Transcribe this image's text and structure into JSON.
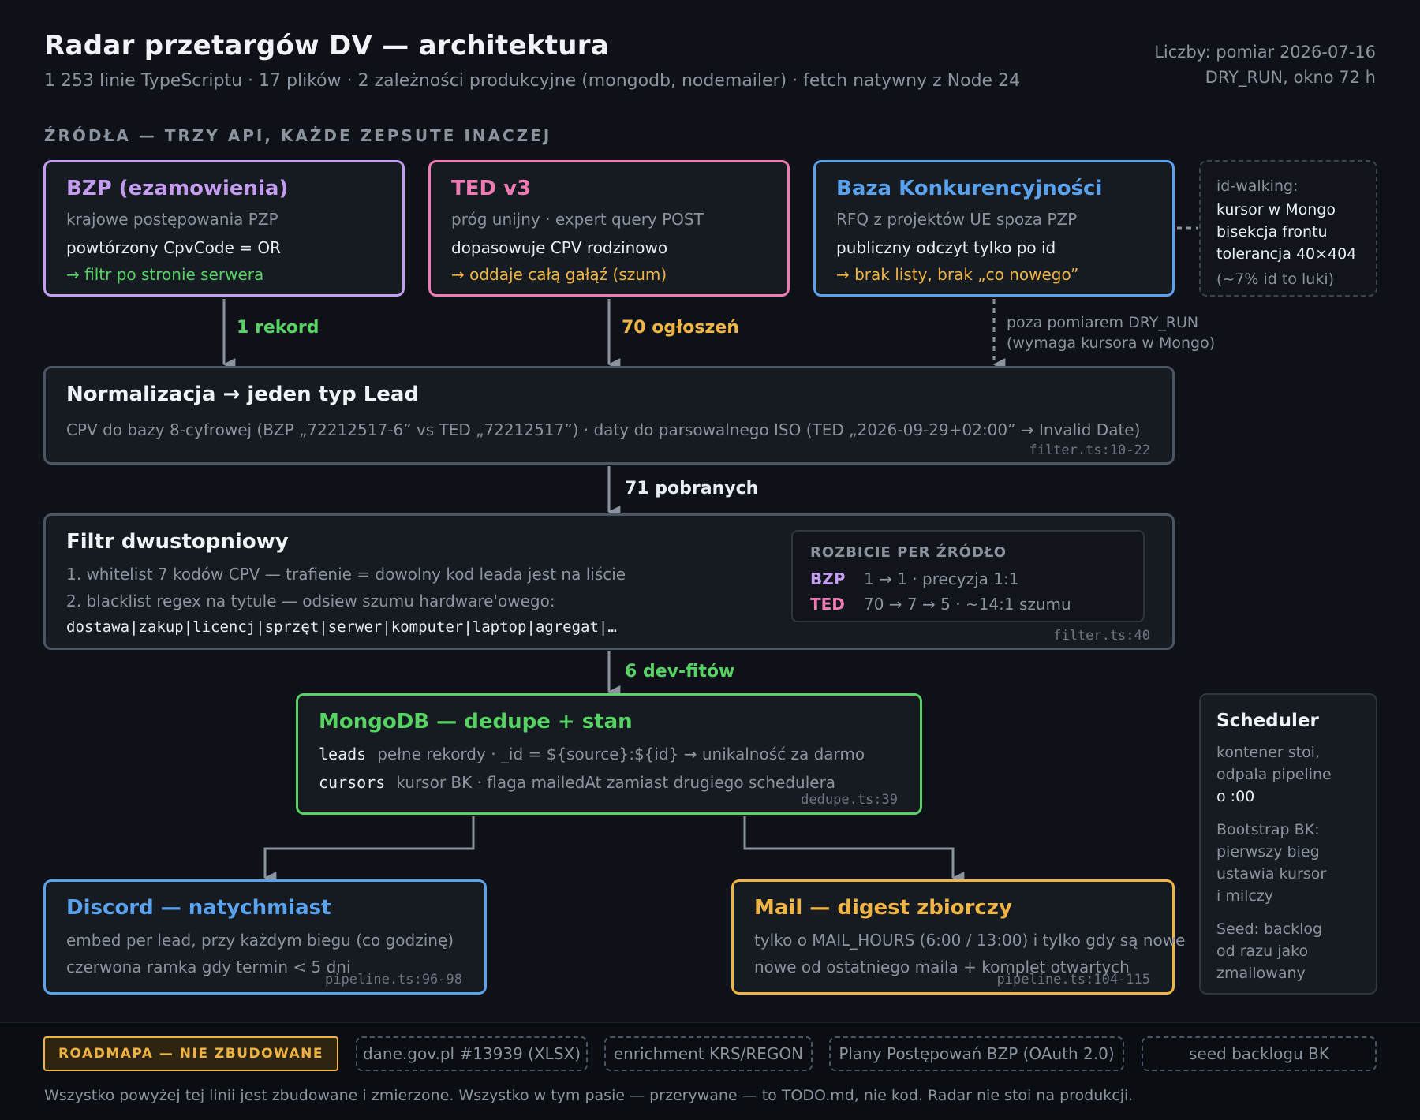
{
  "header": {
    "title": "Radar przetargów DV — architektura",
    "subtitle": "1 253 linie TypeScriptu · 17 plików · 2 zależności produkcyjne (mongodb, nodemailer) · fetch natywny z Node 24",
    "meta_line1": "Liczby: pomiar 2026-07-16",
    "meta_line2": "DRY_RUN, okno 72 h"
  },
  "sources_section": {
    "title": "ŹRÓDŁA — TRZY API, KAŻDE ZEPSUTE INACZEJ"
  },
  "sources": [
    {
      "title": "BZP (ezamowienia)",
      "line1": "krajowe postępowania PZP",
      "line2": "powtórzony CpvCode = OR",
      "line3": "→ filtr po stronie serwera"
    },
    {
      "title": "TED v3",
      "line1": "próg unijny · expert query POST",
      "line2": "dopasowuje CPV rodzinowo",
      "line3": "→ oddaje całą gałąź (szum)"
    },
    {
      "title": "Baza Konkurencyjności",
      "line1": "RFQ z projektów UE spoza PZP",
      "line2": "publiczny odczyt tylko po id",
      "line3": "→ brak listy, brak „co nowego”"
    }
  ],
  "id_walking": {
    "label": "id-walking:",
    "line1": "kursor w Mongo",
    "line2": "bisekcja frontu",
    "line3": "tolerancja 40×404",
    "line4": "(~7% id to luki)"
  },
  "flow_labels": {
    "bzp_count": "1 rekord",
    "ted_count": "70 ogłoszeń",
    "bk_note_1": "poza pomiarem DRY_RUN",
    "bk_note_2": "(wymaga kursora w Mongo)",
    "fetched": "71 pobranych",
    "devfits": "6 dev-fitów"
  },
  "normalization": {
    "title": "Normalizacja → jeden typ Lead",
    "desc": "CPV do bazy 8-cyfrowej (BZP „72212517-6” vs TED „72212517”) · daty do parsowalnego ISO (TED „2026-09-29+02:00” → Invalid Date)",
    "ref": "filter.ts:10-22"
  },
  "filter": {
    "title": "Filtr dwustopniowy",
    "step1": "1. whitelist 7 kodów CPV — trafienie = dowolny kod leada jest na liście",
    "step2": "2. blacklist regex na tytule — odsiew szumu hardware'owego:",
    "regex": "dostawa|zakup|licencj|sprzęt|serwer|komputer|laptop|agregat|…",
    "ref": "filter.ts:40",
    "breakdown": {
      "title": "ROZBICIE PER ŹRÓDŁO",
      "rows": [
        {
          "source": "BZP",
          "value": "1 → 1 · precyzja 1:1"
        },
        {
          "source": "TED",
          "value": "70 → 7 → 5 · ~14:1 szumu"
        }
      ]
    }
  },
  "mongo": {
    "title": "MongoDB — dedupe + stan",
    "rows": [
      {
        "key": "leads",
        "value": "pełne rekordy · _id = ${source}:${id} → unikalność za darmo"
      },
      {
        "key": "cursors",
        "value": "kursor BK · flaga mailedAt zamiast drugiego schedulera"
      }
    ],
    "ref": "dedupe.ts:39"
  },
  "scheduler": {
    "title": "Scheduler",
    "lines_a": [
      "kontener stoi,",
      "odpala pipeline",
      "o :00"
    ],
    "lines_b": [
      "Bootstrap BK:",
      "pierwszy bieg",
      "ustawia kursor",
      "i milczy"
    ],
    "lines_c": [
      "Seed: backlog",
      "od razu jako",
      "zmailowany"
    ]
  },
  "discord": {
    "title": "Discord — natychmiast",
    "line1": "embed per lead, przy każdym biegu (co godzinę)",
    "line2": "czerwona ramka gdy termin < 5 dni",
    "ref": "pipeline.ts:96-98"
  },
  "mail": {
    "title": "Mail — digest zbiorczy",
    "line1": "tylko o MAIL_HOURS (6:00 / 13:00) i tylko gdy są nowe",
    "line2": "nowe od ostatniego maila + komplet otwartych",
    "ref": "pipeline.ts:104-115"
  },
  "roadmap": {
    "tag": "ROADMAPA — NIE ZBUDOWANE",
    "items": [
      "dane.gov.pl #13939 (XLSX)",
      "enrichment KRS/REGON",
      "Plany Postępowań BZP (OAuth 2.0)",
      "seed backlogu BK"
    ],
    "note": "Wszystko powyżej tej linii jest zbudowane i zmierzone. Wszystko w tym pasie — przerywane — to TODO.md, nie kod. Radar nie stoi na produkcji."
  },
  "colors": {
    "background": "#0e1117",
    "bzp": "#c49cf0",
    "ted": "#f07ab4",
    "bk": "#5aa2ee",
    "mongo": "#57d364",
    "mail": "#f0b444",
    "arrow": "#8b949e"
  }
}
